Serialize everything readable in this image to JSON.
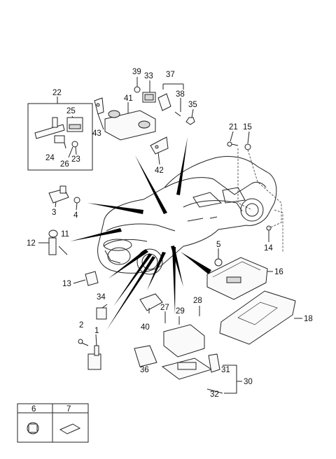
{
  "parts": [
    {
      "key": "p1",
      "label": "1"
    },
    {
      "key": "p2",
      "label": "2"
    },
    {
      "key": "p3",
      "label": "3"
    },
    {
      "key": "p4",
      "label": "4"
    },
    {
      "key": "p5",
      "label": "5"
    },
    {
      "key": "p6",
      "label": "6"
    },
    {
      "key": "p7",
      "label": "7"
    },
    {
      "key": "p11",
      "label": "11"
    },
    {
      "key": "p12",
      "label": "12"
    },
    {
      "key": "p13",
      "label": "13"
    },
    {
      "key": "p14",
      "label": "14"
    },
    {
      "key": "p15",
      "label": "15"
    },
    {
      "key": "p16",
      "label": "16"
    },
    {
      "key": "p18",
      "label": "18"
    },
    {
      "key": "p21",
      "label": "21"
    },
    {
      "key": "p22",
      "label": "22"
    },
    {
      "key": "p23",
      "label": "23"
    },
    {
      "key": "p24",
      "label": "24"
    },
    {
      "key": "p25",
      "label": "25"
    },
    {
      "key": "p26",
      "label": "26"
    },
    {
      "key": "p27",
      "label": "27"
    },
    {
      "key": "p28",
      "label": "28"
    },
    {
      "key": "p29",
      "label": "29"
    },
    {
      "key": "p30",
      "label": "30"
    },
    {
      "key": "p31",
      "label": "31"
    },
    {
      "key": "p32",
      "label": "32"
    },
    {
      "key": "p33",
      "label": "33"
    },
    {
      "key": "p34",
      "label": "34"
    },
    {
      "key": "p35",
      "label": "35"
    },
    {
      "key": "p36",
      "label": "36"
    },
    {
      "key": "p37",
      "label": "37"
    },
    {
      "key": "p38",
      "label": "38"
    },
    {
      "key": "p39",
      "label": "39"
    },
    {
      "key": "p40",
      "label": "40"
    },
    {
      "key": "p41",
      "label": "41"
    },
    {
      "key": "p42",
      "label": "42"
    },
    {
      "key": "p43",
      "label": "43"
    }
  ],
  "legend": {
    "item_a": "6",
    "item_b": "7"
  }
}
